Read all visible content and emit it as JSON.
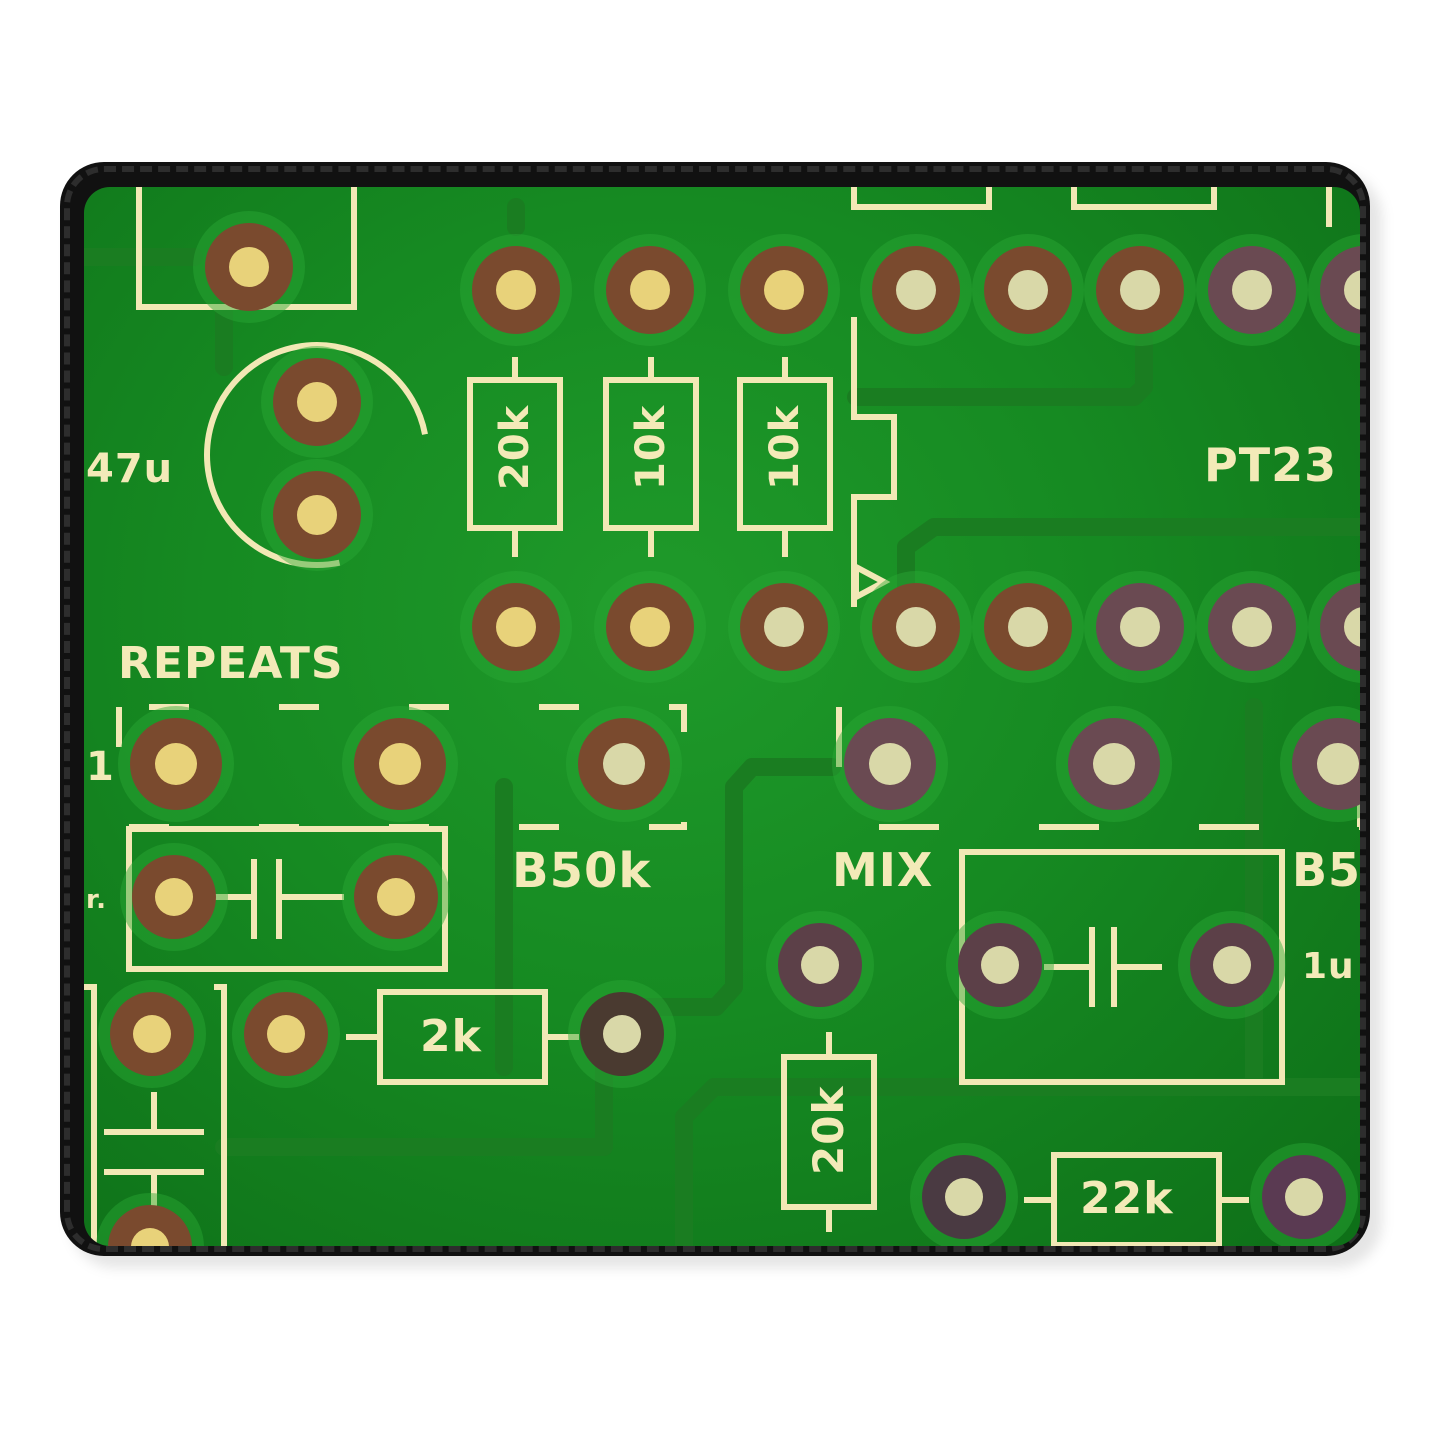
{
  "silkscreen": {
    "c_47u": "47u",
    "r1": "20k",
    "r2": "10k",
    "r3": "10k",
    "ic": "PT23",
    "repeats": "REPEATS",
    "one": "1",
    "r_dot": "r.",
    "b50k": "B50k",
    "mix": "MIX",
    "b5": "B5",
    "c_1u": "1u",
    "r_2k": "2k",
    "r_20k_low": "20k",
    "r_22k": "22k"
  },
  "colors": {
    "board": "#168a22",
    "silkscreen": "#f2e8b5",
    "copper": "#7a4a2e",
    "border": "#111111"
  }
}
